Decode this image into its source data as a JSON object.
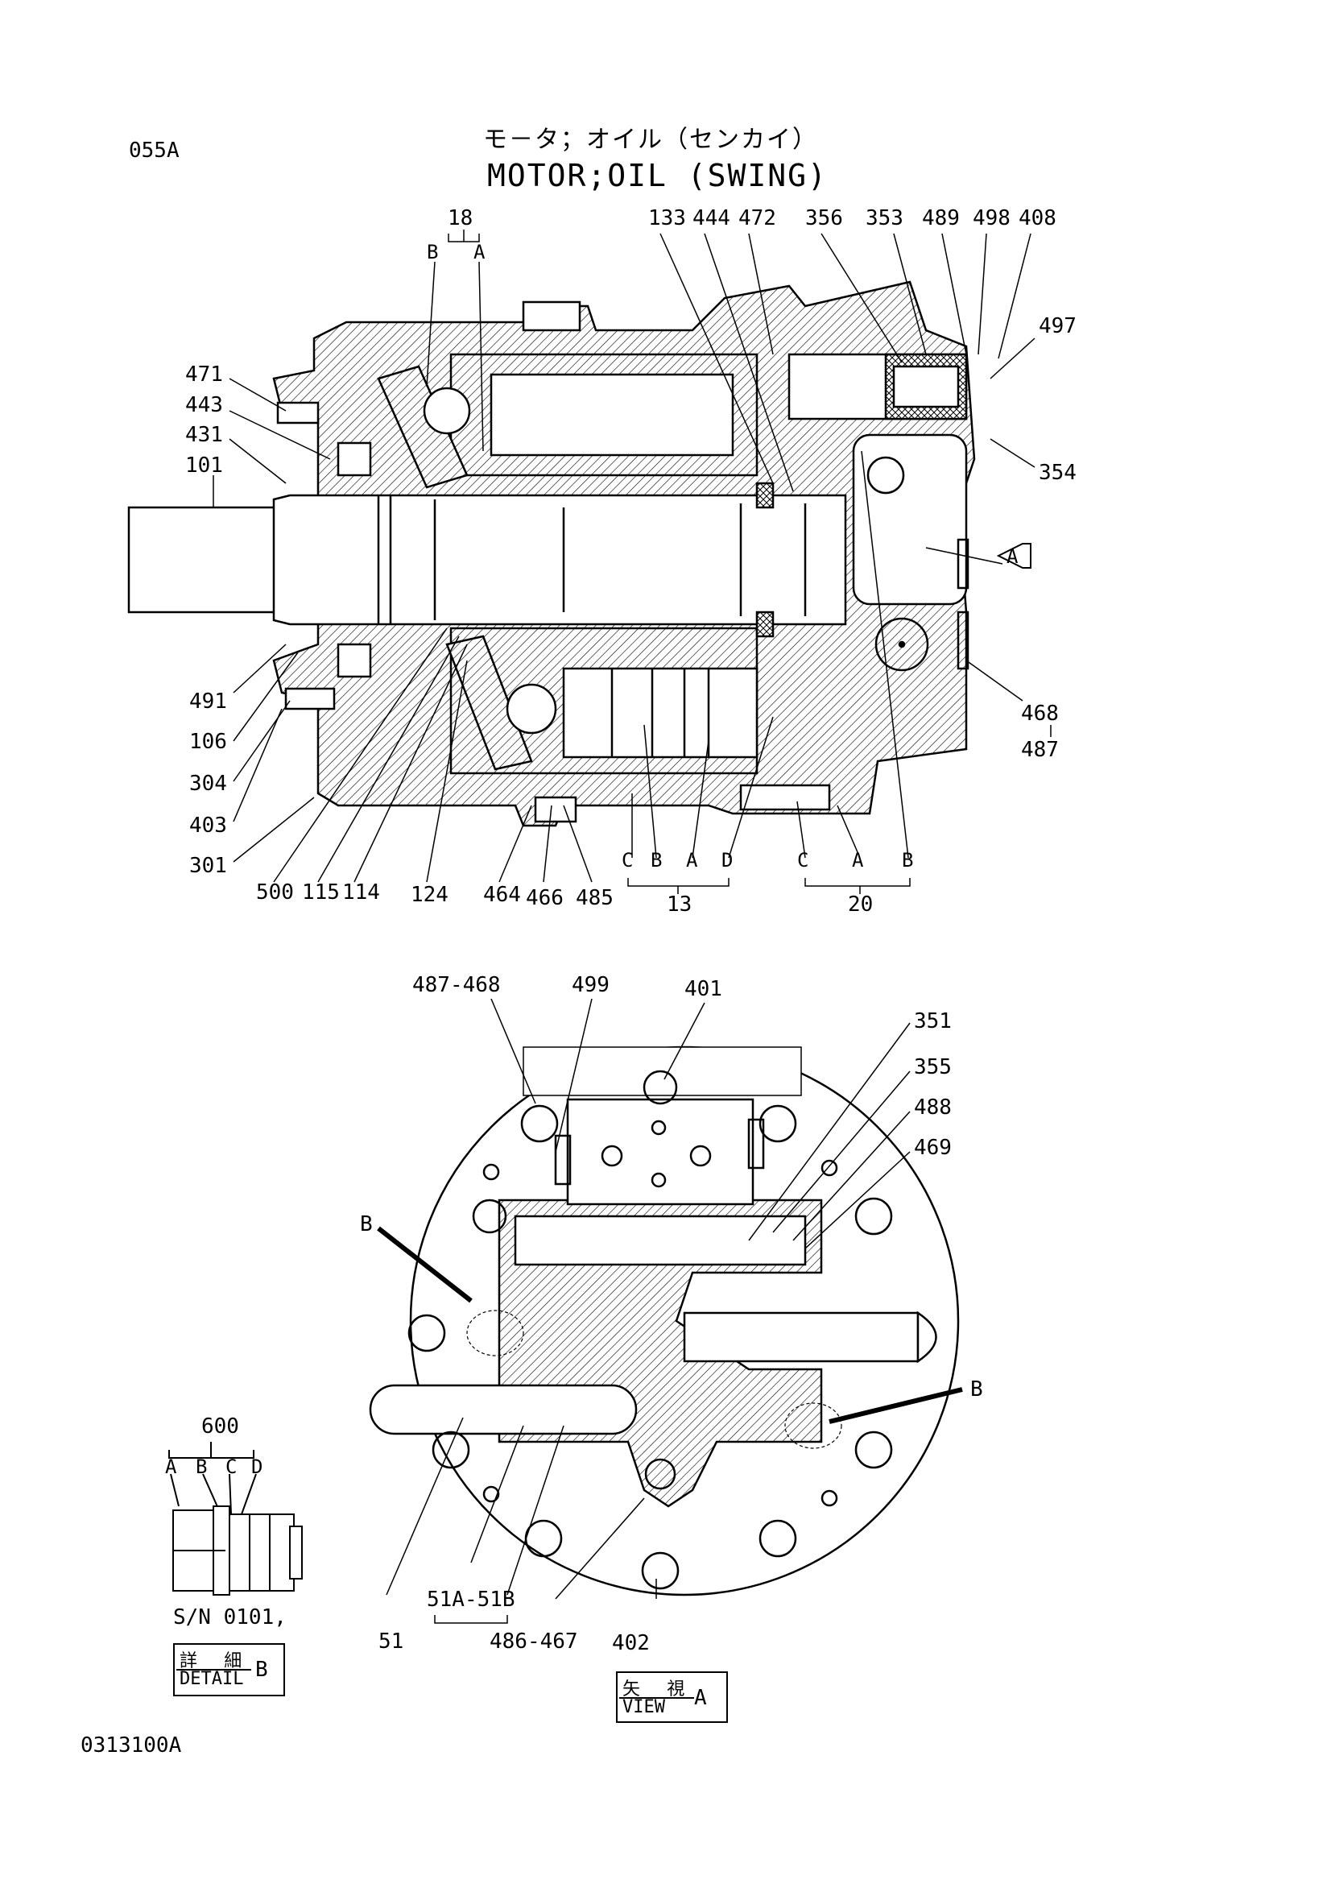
{
  "header": {
    "page_code": "055A",
    "title_jp": "モ－タ；オイル（センカイ）",
    "title_en": "MOTOR;OIL (SWING)"
  },
  "footer": {
    "doc_number": "0313100A"
  },
  "section_view": {
    "callouts_top": [
      "18",
      "133",
      "444",
      "472",
      "356",
      "353",
      "489",
      "498",
      "408"
    ],
    "group_18_letters": [
      "B",
      "A"
    ],
    "callouts_left": [
      "471",
      "443",
      "431",
      "101",
      "491",
      "106",
      "304",
      "403",
      "301"
    ],
    "callouts_right": [
      "497",
      "354",
      "468",
      "487"
    ],
    "view_marker": "A",
    "callouts_bottom": [
      "500",
      "115",
      "114",
      "124",
      "464",
      "466",
      "485"
    ],
    "group_13_letters": [
      "C",
      "B",
      "A",
      "D"
    ],
    "group_13": "13",
    "group_20_letters": [
      "C",
      "A",
      "B"
    ],
    "group_20": "20"
  },
  "view_a": {
    "callouts_top": [
      "487-468",
      "499",
      "401"
    ],
    "callouts_right": [
      "351",
      "355",
      "488",
      "469"
    ],
    "marker_left": "B",
    "marker_right": "B",
    "callouts_bottom": [
      "51A-51B",
      "51",
      "486-467",
      "402"
    ],
    "label_jp": "矢 視",
    "label_en": "VIEW",
    "label_letter": "A"
  },
  "detail_b": {
    "part": "600",
    "letters": [
      "A",
      "B",
      "C",
      "D"
    ],
    "serial": "S/N 0101,",
    "label_jp": "詳 細",
    "label_en": "DETAIL",
    "label_letter": "B"
  }
}
